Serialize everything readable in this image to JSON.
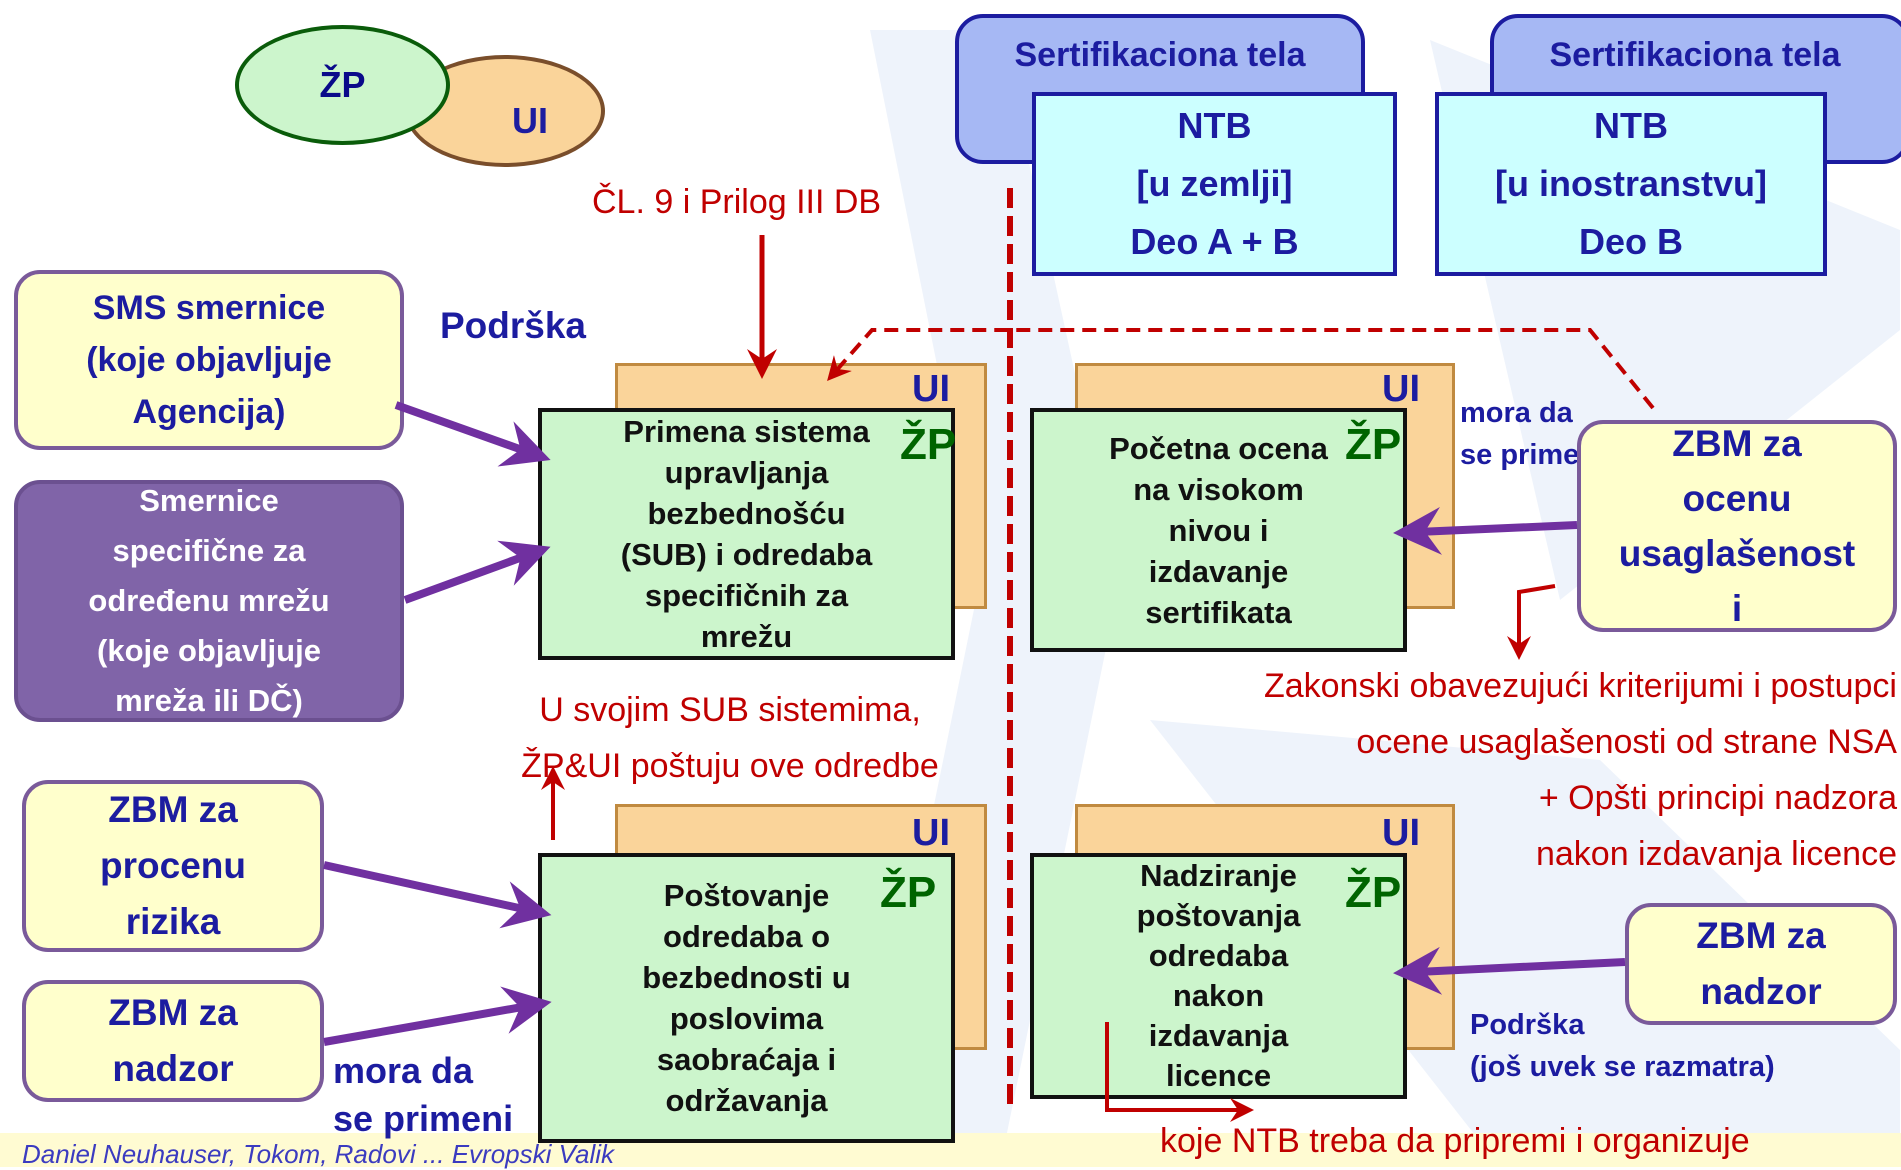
{
  "legend": {
    "zp": "ŽP",
    "ui": "UI"
  },
  "cert_left": {
    "header": "Sertifikaciona tela",
    "l1": "NTB",
    "l2": "[u zemlji]",
    "l3": "Deo A + B"
  },
  "cert_right": {
    "header": "Sertifikaciona tela",
    "l1": "NTB",
    "l2": "[u inostranstvu]",
    "l3": "Deo B"
  },
  "red_top": "ČL. 9 i Prilog III DB",
  "podrska_top": "Podrška",
  "left_sms": {
    "l1": "SMS smernice",
    "l2": "(koje objavljuje",
    "l3": "Agencija)"
  },
  "left_net": {
    "l1": "Smernice",
    "l2": "specifične za",
    "l3": "određenu mrežu",
    "l4": "(koje objavljuje",
    "l5": "mreža ili DČ)"
  },
  "left_risk": {
    "l1": "ZBM za",
    "l2": "procenu",
    "l3": "rizika"
  },
  "left_nadzor": {
    "l1": "ZBM za",
    "l2": "nadzor"
  },
  "box_tl": {
    "ui": "UI",
    "zp": "ŽP",
    "l1": "Primena sistema",
    "l2": "upravljanja",
    "l3": "bezbednošću",
    "l4": "(SUB) i odredaba",
    "l5": "specifičnih za",
    "l6": "mrežu"
  },
  "box_tr": {
    "ui": "UI",
    "zp": "ŽP",
    "l1": "Početna ocena",
    "l2": "na visokom",
    "l3": "nivou i",
    "l4": "izdavanje",
    "l5": "sertifikata"
  },
  "box_bl": {
    "ui": "UI",
    "zp": "ŽP",
    "l1": "Poštovanje",
    "l2": "odredaba o",
    "l3": "bezbednosti u",
    "l4": "poslovima",
    "l5": "saobraćaja i",
    "l6": "održavanja"
  },
  "box_br": {
    "ui": "UI",
    "zp": "ŽP",
    "l1": "Nadziranje",
    "l2": "poštovanja",
    "l3": "odredaba",
    "l4": "nakon",
    "l5": "izdavanja",
    "l6": "licence"
  },
  "red_mid": {
    "l1": "U svojim SUB sistemima,",
    "l2": "ŽP&UI poštuju ove odredbe"
  },
  "mora_top": {
    "l1": "mora da",
    "l2": "se primeni"
  },
  "mora_bottom": {
    "l1": "mora da",
    "l2": "se primeni"
  },
  "right_zbm_ocena": {
    "l1": "ZBM za",
    "l2": "ocenu",
    "l3": "usaglašenost",
    "l4": "i"
  },
  "red_right": {
    "l1": "Zakonski obavezujući kriterijumi i postupci",
    "l2": "ocene usaglašenosti od strane NSA",
    "l3": "+ Opšti principi nadzora",
    "l4": "nakon izdavanja licence"
  },
  "right_zbm_nadzor": {
    "l1": "ZBM za",
    "l2": "nadzor"
  },
  "podrska_bottom": {
    "l1": "Podrška",
    "l2": "(još uvek se razmatra)"
  },
  "red_bottom": "koje NTB treba da pripremi i organizuje",
  "footer": "Daniel Neuhauser, Tokom, Radovi ... Evropski Valik"
}
